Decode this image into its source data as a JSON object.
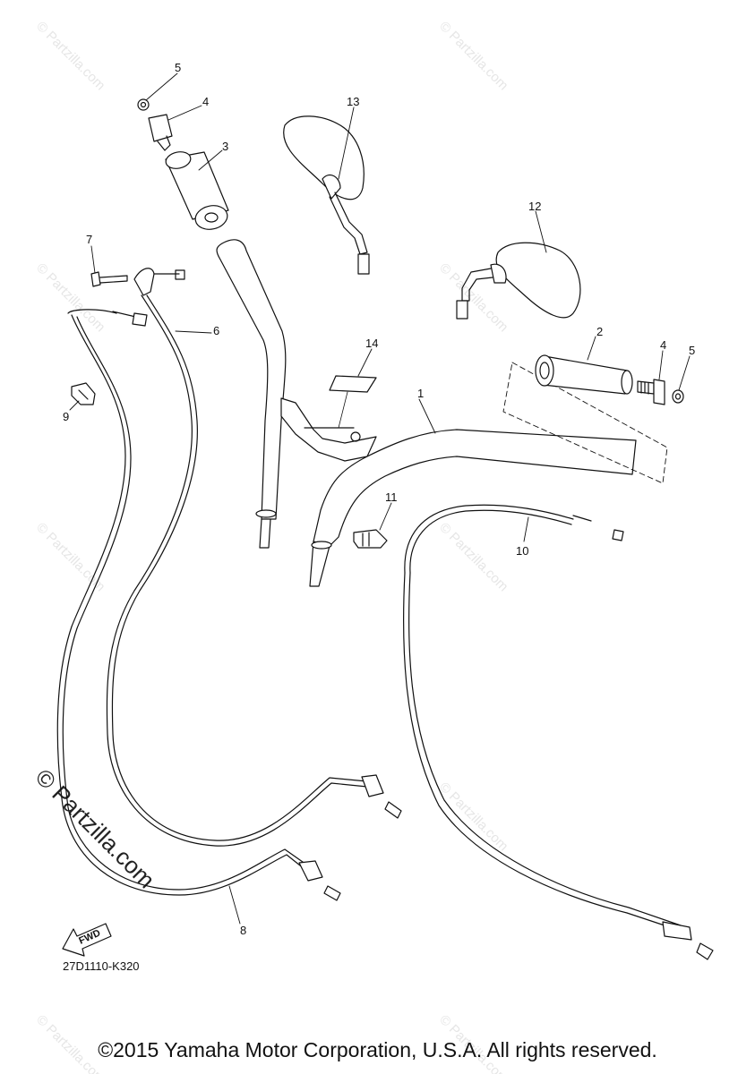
{
  "callouts": [
    "1",
    "2",
    "3",
    "4",
    "4",
    "5",
    "5",
    "6",
    "7",
    "8",
    "9",
    "10",
    "11",
    "12",
    "13",
    "14"
  ],
  "watermark": "© Partzilla.com",
  "watermark_large": "© Partzilla.com",
  "fwd_label": "FWD",
  "part_code": "27D1110-K320",
  "copyright": "©2015 Yamaha Motor Corporation, U.S.A. All rights reserved."
}
